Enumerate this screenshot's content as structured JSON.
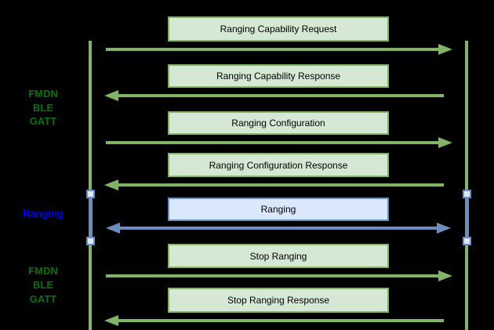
{
  "side_labels": {
    "gatt_top": {
      "lines": [
        "FMDN",
        "BLE",
        "GATT"
      ],
      "color": "#0a720a"
    },
    "ranging": {
      "lines": [
        "Ranging"
      ],
      "color": "#0000f0"
    },
    "gatt_bottom": {
      "lines": [
        "FMDN",
        "BLE",
        "GATT"
      ],
      "color": "#0a720a"
    }
  },
  "messages": [
    {
      "label": "Ranging Capability Request",
      "direction": "right",
      "theme": "green"
    },
    {
      "label": "Ranging Capability Response",
      "direction": "left",
      "theme": "green"
    },
    {
      "label": "Ranging Configuration",
      "direction": "right",
      "theme": "green"
    },
    {
      "label": "Ranging Configuration Response",
      "direction": "left",
      "theme": "green"
    },
    {
      "label": "Ranging",
      "direction": "bidirectional",
      "theme": "blue"
    },
    {
      "label": "Stop Ranging",
      "direction": "right",
      "theme": "green"
    },
    {
      "label": "Stop Ranging Response",
      "direction": "left",
      "theme": "green"
    }
  ],
  "colors": {
    "background": "#000000",
    "green_stroke": "#82b366",
    "green_fill": "#d5e8d4",
    "blue_stroke": "#6c8ebf",
    "blue_fill": "#dae8fc",
    "gatt_label_text": "#0a720a",
    "ranging_label_text": "#0000f0",
    "message_text": "#000000"
  }
}
